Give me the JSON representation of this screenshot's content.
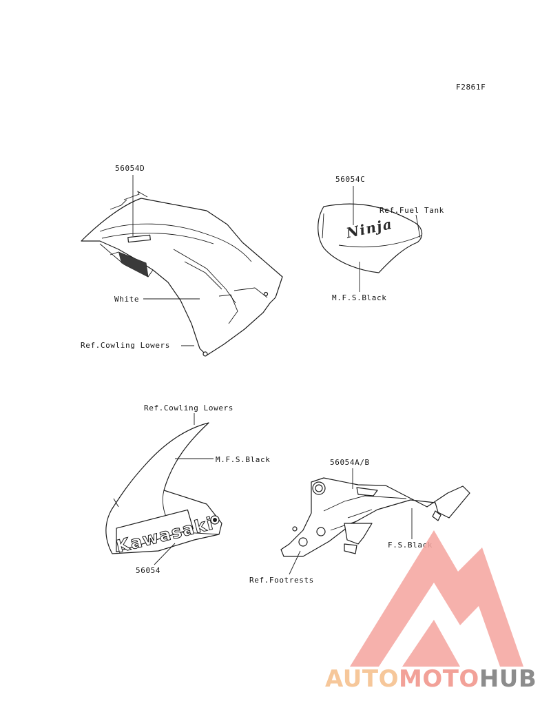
{
  "diagram": {
    "figure_code": "F2861F",
    "callouts": {
      "part_56054D": "56054D",
      "part_56054C": "56054C",
      "ref_fuel_tank": "Ref.Fuel Tank",
      "mfs_black_top": "M.F.S.Black",
      "white": "White",
      "ref_cowling_lowers_top": "Ref.Cowling Lowers",
      "ref_cowling_lowers_bottom": "Ref.Cowling Lowers",
      "mfs_black_bottom": "M.F.S.Black",
      "part_56054AB": "56054A/B",
      "fs_black": "F.S.Black",
      "part_56054": "56054",
      "ref_footrests": "Ref.Footrests"
    },
    "decal_text": {
      "kawasaki": "Kawasaki",
      "ninja": "Ninja"
    }
  },
  "watermark": {
    "brand_prefix": "AUTO",
    "brand_middle": "MOTO",
    "brand_suffix": "HUB",
    "colors": {
      "prefix": "#f6c79a",
      "middle": "#f2a198",
      "suffix": "#8c8c8c",
      "logo": "#f5a6a0"
    }
  }
}
